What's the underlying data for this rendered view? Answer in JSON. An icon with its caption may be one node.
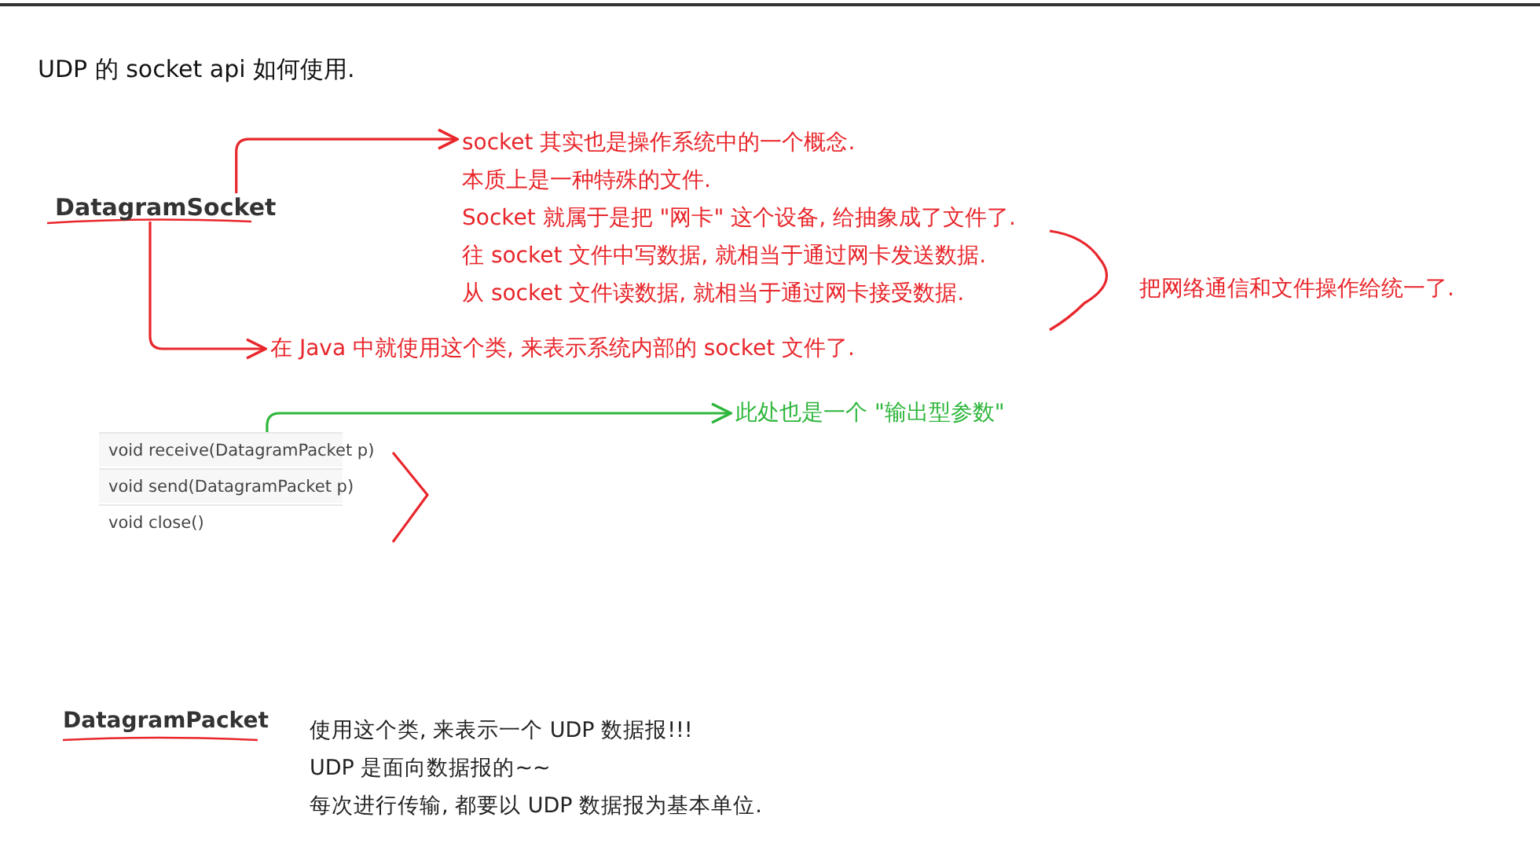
{
  "diagram": {
    "title": "UDP 的 socket api 如何使用.",
    "nodes": [
      {
        "text": [
          "DatagramSocket"
        ]
      },
      {
        "text": [
          "socket 其实也是操作系统中的一个概念.",
          "本质上是一种特殊的文件.",
          "Socket 就属于是把 \"网卡\" 这个设备, 给抽象成了文件了.",
          "往 socket 文件中写数据, 就相当于通过网卡发送数据.",
          "从 socket 文件读数据, 就相当于通过网卡接受数据."
        ]
      },
      {
        "text": [
          "在 Java 中就使用这个类, 来表示系统内部的 socket 文件了."
        ]
      },
      {
        "text": [
          "void receive(DatagramPacket p)"
        ]
      },
      {
        "text": [
          "void send(DatagramPacket p)"
        ]
      },
      {
        "text": [
          "void close()"
        ]
      },
      {
        "text": [
          "此处也是一个 \"输出型参数\""
        ]
      }
    ],
    "edges": [
      {
        "from": 0,
        "to": 1,
        "arrow": "to"
      },
      {
        "from": 0,
        "to": 2,
        "arrow": "to"
      },
      {
        "from": 3,
        "to": 6,
        "arrow": "to",
        "color": "#2fb63c"
      }
    ],
    "labels": [
      "把网络通信和文件操作给统一了.",
      "DatagramPacket",
      "使用这个类, 来表示一个 UDP 数据报!!!",
      "UDP 是面向数据报的~~",
      "每次进行传输, 都要以 UDP 数据报为基本单位."
    ]
  }
}
